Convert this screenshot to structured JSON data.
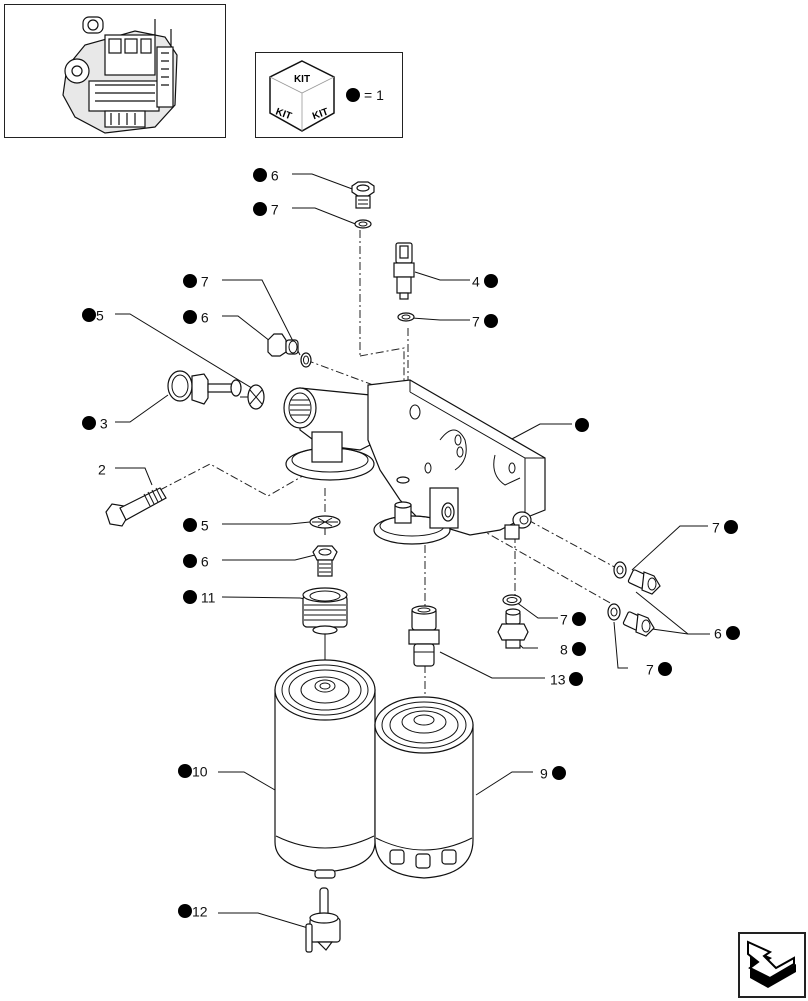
{
  "thumbnail": {
    "label": "engine-overview-thumbnail"
  },
  "kit_legend": {
    "kit_text": "KIT",
    "equals_text": "= 1"
  },
  "callouts": [
    {
      "id": "c-6-top",
      "number": "6",
      "kit": true,
      "dot_side": "left"
    },
    {
      "id": "c-7-top",
      "number": "7",
      "kit": true,
      "dot_side": "left"
    },
    {
      "id": "c-4",
      "number": "4",
      "kit": true,
      "dot_side": "right"
    },
    {
      "id": "c-7-sensor",
      "number": "7",
      "kit": true,
      "dot_side": "right"
    },
    {
      "id": "c-7-left",
      "number": "7",
      "kit": true,
      "dot_side": "left"
    },
    {
      "id": "c-5-left",
      "number": "5",
      "kit": true,
      "dot_side": "left"
    },
    {
      "id": "c-6-left",
      "number": "6",
      "kit": true,
      "dot_side": "left"
    },
    {
      "id": "c-3",
      "number": "3",
      "kit": true,
      "dot_side": "left"
    },
    {
      "id": "c-housing",
      "number": "",
      "kit": true,
      "dot_side": "right"
    },
    {
      "id": "c-2",
      "number": "2",
      "kit": false,
      "dot_side": "left"
    },
    {
      "id": "c-5-mid",
      "number": "5",
      "kit": true,
      "dot_side": "left"
    },
    {
      "id": "c-6-mid",
      "number": "6",
      "kit": true,
      "dot_side": "left"
    },
    {
      "id": "c-7-right-top",
      "number": "7",
      "kit": true,
      "dot_side": "right"
    },
    {
      "id": "c-11",
      "number": "11",
      "kit": true,
      "dot_side": "left"
    },
    {
      "id": "c-7-lower",
      "number": "7",
      "kit": true,
      "dot_side": "right"
    },
    {
      "id": "c-6-right",
      "number": "6",
      "kit": true,
      "dot_side": "right"
    },
    {
      "id": "c-8",
      "number": "8",
      "kit": true,
      "dot_side": "right"
    },
    {
      "id": "c-7-right-low",
      "number": "7",
      "kit": true,
      "dot_side": "right"
    },
    {
      "id": "c-13",
      "number": "13",
      "kit": true,
      "dot_side": "right"
    },
    {
      "id": "c-10",
      "number": "10",
      "kit": true,
      "dot_side": "left"
    },
    {
      "id": "c-9",
      "number": "9",
      "kit": true,
      "dot_side": "right"
    },
    {
      "id": "c-12",
      "number": "12",
      "kit": true,
      "dot_side": "left"
    }
  ],
  "nav": {
    "next_page_icon": "next-page-arrow-icon"
  }
}
